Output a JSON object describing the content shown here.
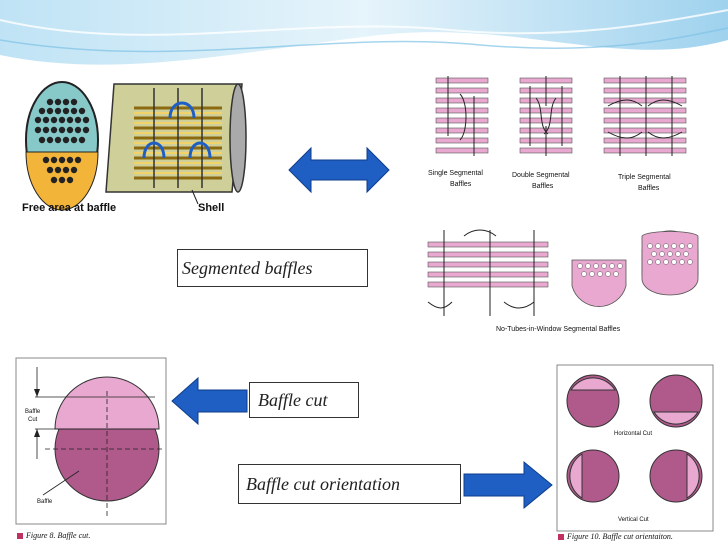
{
  "top_left": {
    "free_area_label": "Free area at baffle",
    "shell_label": "Shell"
  },
  "top_right": {
    "single_label_1": "Single Segmental",
    "single_label_2": "Baffles",
    "double_label_1": "Double Segmental",
    "double_label_2": "Baffles",
    "triple_label_1": "Triple Segmental",
    "triple_label_2": "Baffles",
    "ntiw_label": "No-Tubes-in-Window Segmental Baffles"
  },
  "labels": {
    "segmented": "Segmented baffles",
    "baffle_cut": "Baffle cut",
    "orientation": "Baffle cut orientation"
  },
  "bottom_left": {
    "baffle_cut_1": "Baffle",
    "baffle_cut_2": "Cut",
    "baffle": "Baffle",
    "figure": "Figure 8. Baffle cut."
  },
  "bottom_right": {
    "horizontal": "Horizontal Cut",
    "vertical": "Vertical Cut",
    "figure": "Figure 10. Baffle cut orientaiton."
  },
  "colors": {
    "arrow_blue": "#1f5fc4",
    "baffle_pink": "#e8a8d0",
    "baffle_dark": "#b05a8c"
  }
}
